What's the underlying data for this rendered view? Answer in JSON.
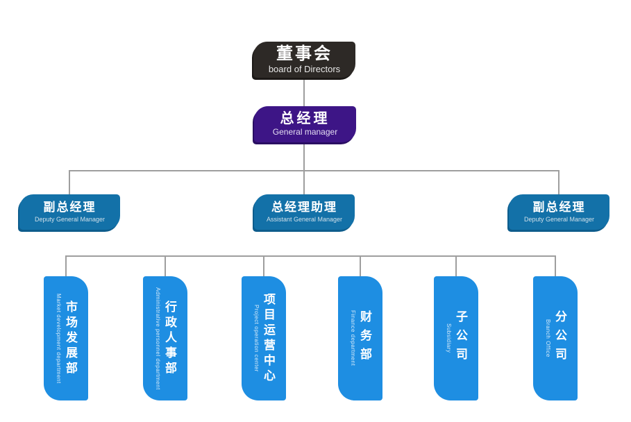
{
  "org": {
    "root": {
      "zh": "董事会",
      "en": "board of Directors"
    },
    "general_manager": {
      "zh": "总经理",
      "en": "General manager"
    },
    "level2": [
      {
        "zh": "副总经理",
        "en": "Deputy General Manager"
      },
      {
        "zh": "总经理助理",
        "en": "Assistant General Manager"
      },
      {
        "zh": "副总经理",
        "en": "Deputy General Manager"
      }
    ],
    "departments": [
      {
        "zh": "市场发展部",
        "en": "Market development department"
      },
      {
        "zh": "行政人事部",
        "en": "Administrative personnel department"
      },
      {
        "zh": "项目运营中心",
        "en": "Project operation center"
      },
      {
        "zh": "财务部",
        "en": "Finance department"
      },
      {
        "zh": "子公司",
        "en": "Subsidiary"
      },
      {
        "zh": "分公司",
        "en": "Branch Office"
      }
    ]
  },
  "colors": {
    "board_box": "#2d2926",
    "general_manager_box": "#3d1586",
    "manager_box": "#1371a8",
    "department_box": "#1e8ee2",
    "connector": "#9e9e9e"
  }
}
